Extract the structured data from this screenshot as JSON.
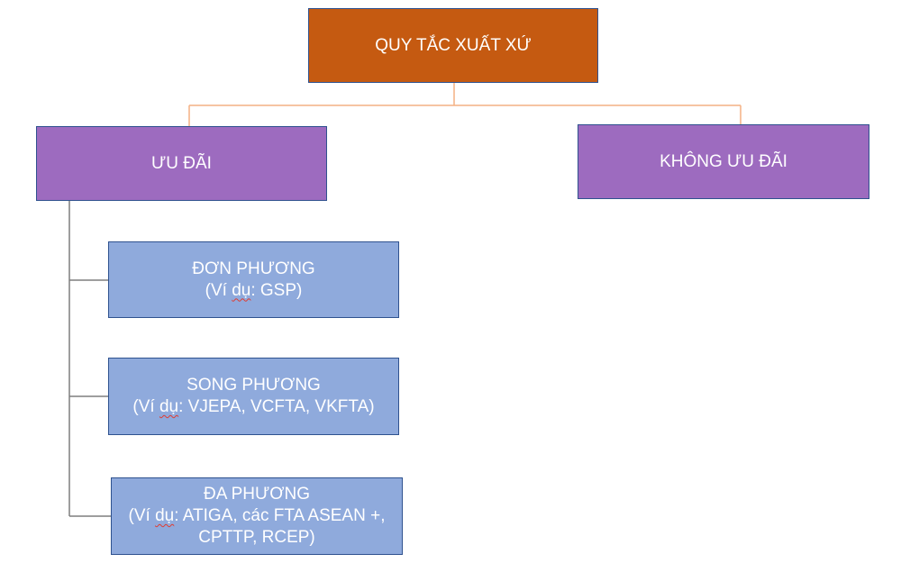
{
  "root": {
    "label": "QUY TẮC XUẤT XỨ"
  },
  "preferential": {
    "label": "ƯU ĐÃI",
    "children": [
      {
        "line1": "ĐƠN PHƯƠNG",
        "example_prefix": "(Ví ",
        "example_word": "dụ",
        "example_rest": ": GSP)"
      },
      {
        "line1": "SONG PHƯƠNG",
        "example_prefix": "(Ví ",
        "example_word": "dụ",
        "example_rest": ": VJEPA, VCFTA, VKFTA)"
      },
      {
        "line1": "ĐA PHƯƠNG",
        "example_prefix": "(Ví ",
        "example_word": "dụ",
        "example_rest": ": ATIGA, các FTA ASEAN +,",
        "line3": "CPTTP, RCEP)"
      }
    ]
  },
  "non_preferential": {
    "label": "KHÔNG ƯU ĐÃI"
  },
  "colors": {
    "root_fill": "#c55a11",
    "category_fill": "#9d6bbf",
    "subcategory_fill": "#8faadc",
    "border": "#2f528f",
    "root_connector": "#f4b183",
    "tree_connector": "#7f7f7f"
  }
}
